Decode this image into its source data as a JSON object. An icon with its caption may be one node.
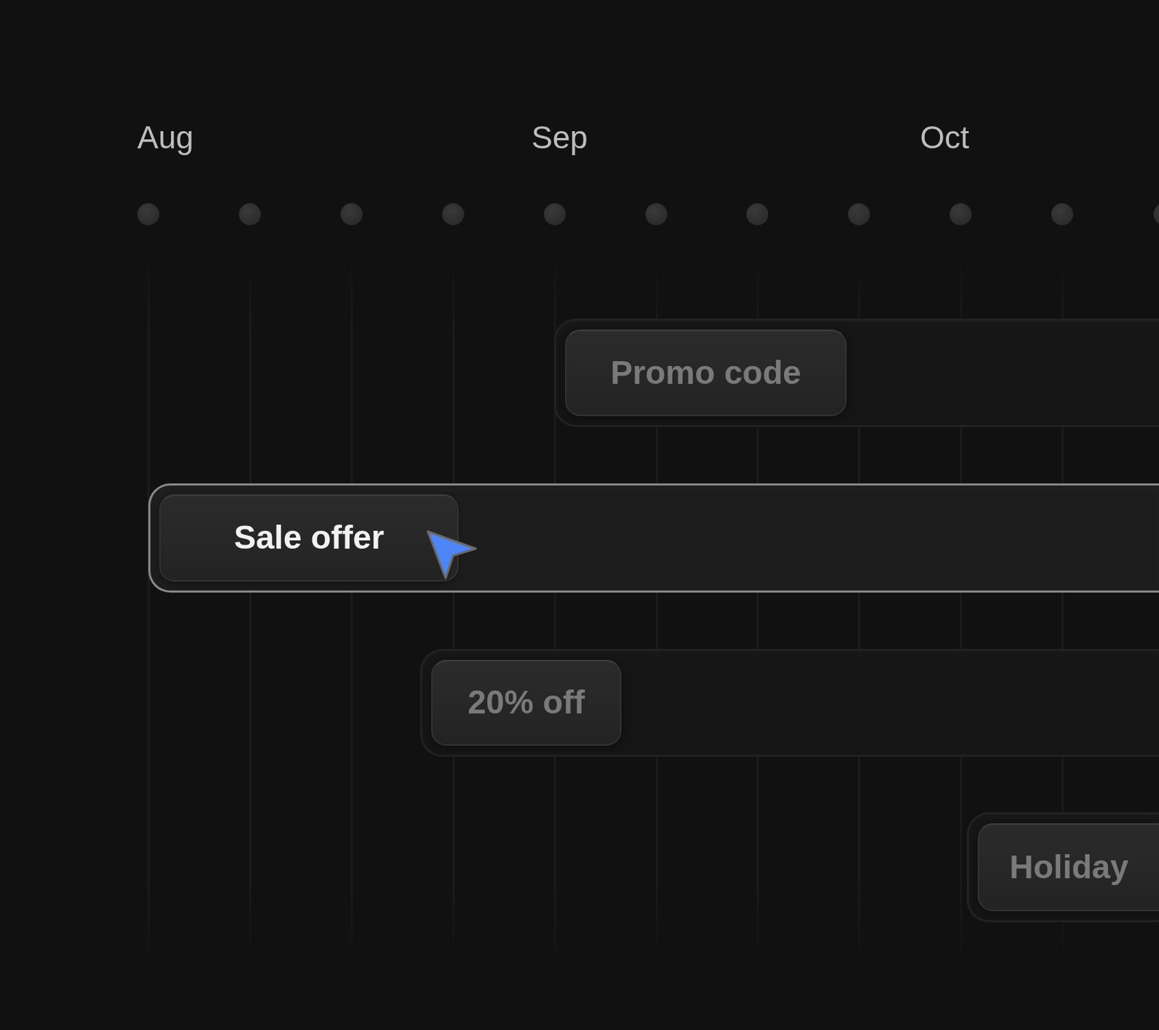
{
  "diagram": {
    "nodes": [
      {
        "text": [],
        "shape": "bar"
      },
      {
        "text": [
          "Promo code"
        ],
        "in": 0
      },
      {
        "text": [],
        "shape": "bar"
      },
      {
        "text": [
          "Sale offer"
        ],
        "in": 2
      },
      {
        "text": [],
        "shape": "bar"
      },
      {
        "text": [
          "20% off"
        ],
        "in": 4
      },
      {
        "text": [],
        "shape": "bar"
      },
      {
        "text": [
          "Holiday"
        ],
        "in": 6
      }
    ],
    "edges": [],
    "labels": [
      "Aug",
      "Sep",
      "Oct"
    ]
  }
}
